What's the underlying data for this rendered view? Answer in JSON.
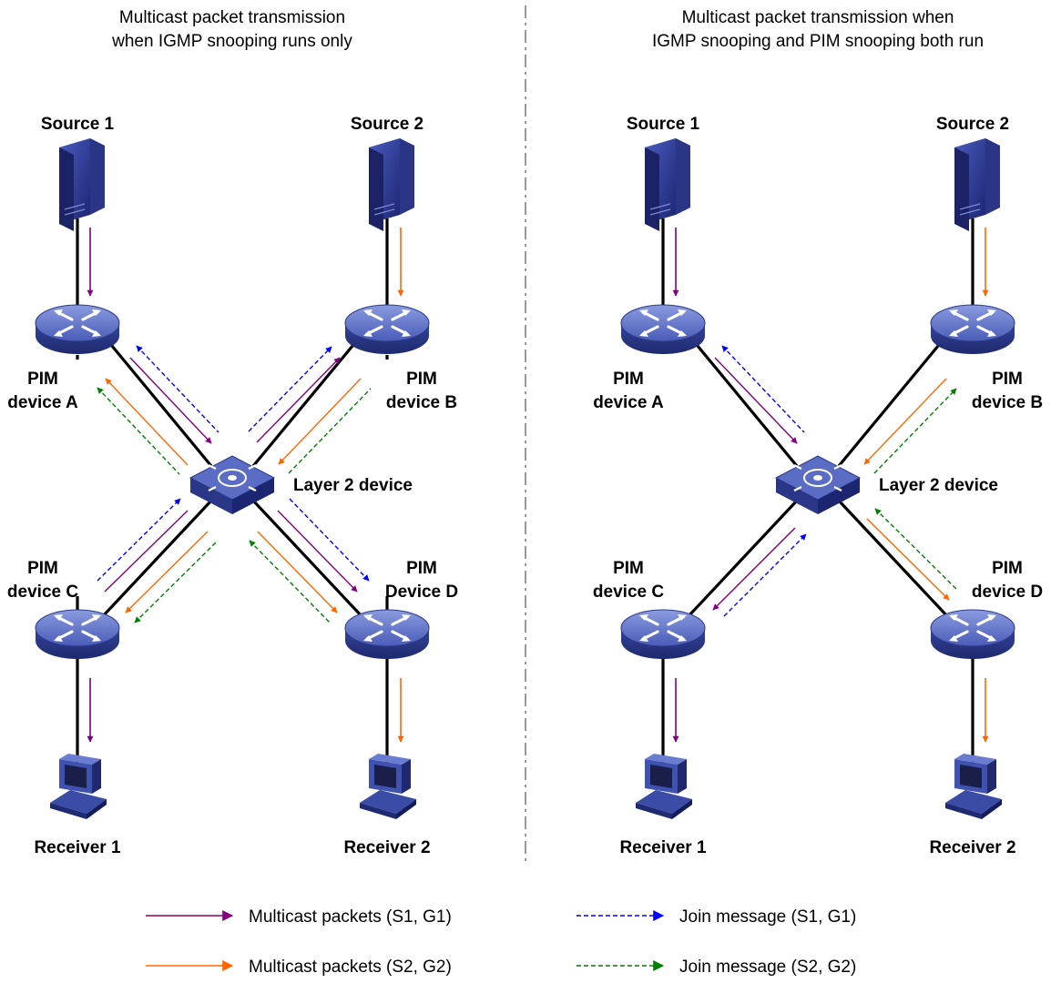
{
  "panels": [
    {
      "title_line1": "Multicast packet transmission",
      "title_line2": "when IGMP snooping runs only",
      "source1": "Source 1",
      "source2": "Source 2",
      "pim_a_line1": "PIM",
      "pim_a_line2": "device A",
      "pim_b_line1": "PIM",
      "pim_b_line2": "device B",
      "pim_c_line1": "PIM",
      "pim_c_line2": "device C",
      "pim_d_line1": "PIM",
      "pim_d_line2": "Device D",
      "layer2": "Layer 2 device",
      "receiver1": "Receiver 1",
      "receiver2": "Receiver 2"
    },
    {
      "title_line1": "Multicast packet transmission when",
      "title_line2": "IGMP snooping and PIM snooping both run",
      "source1": "Source 1",
      "source2": "Source 2",
      "pim_a_line1": "PIM",
      "pim_a_line2": "device A",
      "pim_b_line1": "PIM",
      "pim_b_line2": "device B",
      "pim_c_line1": "PIM",
      "pim_c_line2": "device C",
      "pim_d_line1": "PIM",
      "pim_d_line2": "device D",
      "layer2": "Layer 2 device",
      "receiver1": "Receiver 1",
      "receiver2": "Receiver 2"
    }
  ],
  "legend": {
    "mc_s1g1": "Multicast packets (S1, G1)",
    "mc_s2g2": "Multicast packets (S2, G2)",
    "join_s1g1": "Join message (S1, G1)",
    "join_s2g2": "Join message (S2, G2)"
  },
  "colors": {
    "mc_s1g1": "#800080",
    "mc_s2g2": "#ff6600",
    "join_s1g1": "#0000ff",
    "join_s2g2": "#008000",
    "device_blue": "#3d4fa8"
  }
}
